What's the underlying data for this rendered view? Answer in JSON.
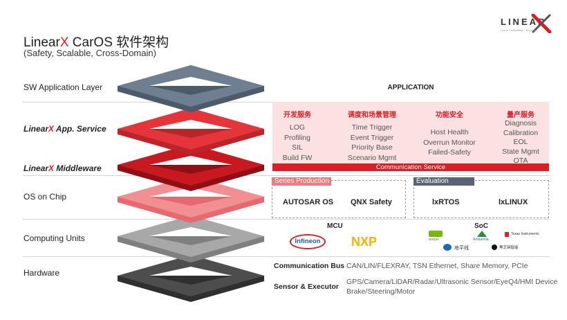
{
  "header": {
    "title_brand": "Linear",
    "title_x": "X",
    "title_rest": " CarOS 软件架构",
    "subtitle": "(Safety, Scalable, Cross-Domain)"
  },
  "logo": {
    "text": "LINEAR",
    "tagline": "Linear Possibilities · Beyond",
    "accent_color": "#d81f26"
  },
  "layers": {
    "sw_app": "SW Application Layer",
    "app_service_brand": "Linear",
    "app_service_x": "X",
    "app_service_rest": " App. Service",
    "middleware_brand": "Linear",
    "middleware_x": "X",
    "middleware_rest": " Middleware",
    "os_on_chip": "OS on Chip",
    "computing_units": "Computing Units",
    "hardware": "Hardware"
  },
  "application": {
    "title": "APPLICATION"
  },
  "services": {
    "columns": [
      {
        "title": "开发服务",
        "items": [
          "LOG",
          "Profiling",
          "SIL",
          "Build FW"
        ]
      },
      {
        "title": "调度和场景管理",
        "items": [
          "Time Trigger",
          "Event Trigger",
          "Priority Base",
          "Scenario Mgmt"
        ]
      },
      {
        "title": "功能安全",
        "items": [
          "Host Health",
          "Overrun Monitor",
          "Failed-Safety"
        ]
      },
      {
        "title": "量产服务",
        "items": [
          "Diagnosis",
          "Calibration",
          "EOL",
          "State Mgmt",
          "OTA"
        ]
      }
    ],
    "comm_service": "Communication Service"
  },
  "os": {
    "series_label": "Series Production",
    "series_items": [
      "AUTOSAR OS",
      "QNX Safety"
    ],
    "eval_label": "Evaluation",
    "eval_items": [
      "lxRTOS",
      "lxLINUX"
    ]
  },
  "computing": {
    "mcu_title": "MCU",
    "mcu_vendors": [
      "Infineon",
      "NXP"
    ],
    "soc_title": "SoC",
    "soc_vendors": [
      "NVIDIA",
      "Ambarella",
      "Texas Instruments",
      "地平线",
      "黑芝麻智能"
    ]
  },
  "hardware": {
    "comm_bus_label": "Communication Bus",
    "comm_bus_value": "CAN/LIN/FLEXRAY, TSN Ethernet, Share Memory, PCIe",
    "sensor_label": "Sensor & Executor",
    "sensor_value_1": "GPS/Camera/LiDAR/Radar/Ultrasonic Sensor/EyeQ4/HMI Device",
    "sensor_value_2": "Brake/Steering/Motor"
  },
  "colors": {
    "brand_red": "#d81f26",
    "layer_sw_app": "#6f7f91",
    "layer_app_service": "#e5353b",
    "layer_middleware": "#c81820",
    "layer_os": "#f28f93",
    "layer_computing": "#a8a8a8",
    "layer_hardware": "#4d4d4d",
    "service_panel_bg": "#fbe1e2",
    "series_tag": "#f07a7e",
    "eval_tag": "#5b6472"
  }
}
